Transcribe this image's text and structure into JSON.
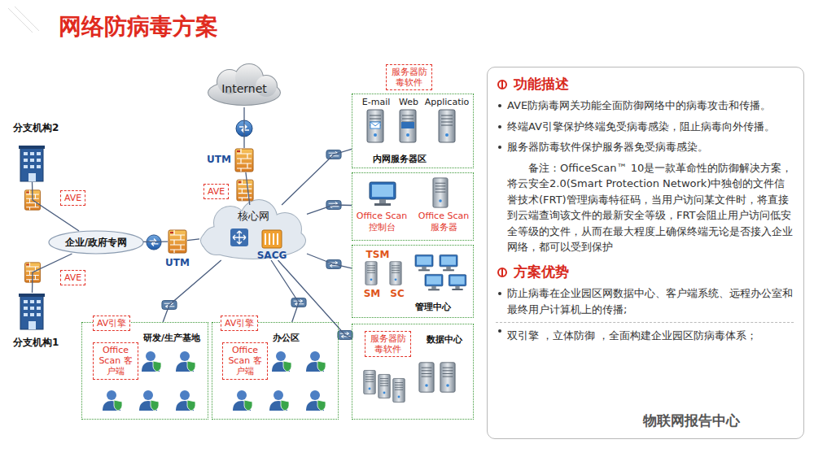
{
  "diagram": {
    "title": "网络防病毒方案",
    "nodes": [
      {
        "text": [
          "Internet"
        ]
      },
      {
        "text": [
          "UTM"
        ]
      },
      {
        "text": [
          "AVE"
        ]
      },
      {
        "text": [
          "核心网"
        ]
      },
      {
        "text": [
          "SACG"
        ],
        "in": 3
      },
      {
        "text": [
          "E-mail",
          "Web",
          "Applicatio",
          "内网服务器区"
        ]
      },
      {
        "text": [
          "服务器防 毒软件"
        ]
      },
      {
        "text": [
          "Office Scan 控制台",
          "Office Scan 服务器"
        ]
      },
      {
        "text": [
          "TSM",
          "SM",
          "SC",
          "管理中心"
        ]
      },
      {
        "text": [
          "数据中心"
        ]
      },
      {
        "text": [
          "服务器防 毒软件"
        ],
        "in": 9
      },
      {
        "text": [
          "研发/生产基地"
        ]
      },
      {
        "text": [
          "AV引擎"
        ],
        "in": 11
      },
      {
        "text": [
          "Office Scan 客 户端"
        ],
        "in": 11
      },
      {
        "text": [
          "办公区"
        ]
      },
      {
        "text": [
          "AV引擎"
        ],
        "in": 14
      },
      {
        "text": [
          "Office Scan 客 户端"
        ],
        "in": 14
      },
      {
        "text": [
          "企业/政府专网"
        ]
      },
      {
        "text": [
          "UTM"
        ]
      },
      {
        "text": [
          "分支机构2"
        ]
      },
      {
        "text": [
          "AVE"
        ]
      },
      {
        "text": [
          "分支机构1"
        ]
      },
      {
        "text": [
          "AVE"
        ]
      },
      {
        "text": [
          "功能描述",
          "AVE防病毒网关功能全面防御网络中的病毒攻击和传播。",
          "终端AV引擎保护终端免受病毒感染，阻止病毒向外传播。",
          "服务器防毒软件保护服务器免受病毒感染。",
          "备注：OfficeScan™ 10是一款革命性的防御解决方案，将云安全2.0(Smart Protection Network)中独创的文件信誉技术(FRT)管理病毒特征码，当用户访问某文件时，将直接到云端查询该文件的最新安全等级，FRT会阻止用户访问低安全等级的文件，从而在最大程度上确保终端无论是否接入企业网络，都可以受到保护",
          "方案优势",
          "防止病毒在企业园区网数据中心、客户端系统、远程办公室和最终用户计算机上的传播;",
          "双引擎 ，立体防御 ，全面构建企业园区防病毒体系；"
        ]
      }
    ],
    "edges": [
      {
        "from": 0,
        "to": 1,
        "arrow": "none"
      },
      {
        "from": 1,
        "to": 3,
        "arrow": "none"
      },
      {
        "from": 3,
        "to": 5,
        "arrow": "none"
      },
      {
        "from": 3,
        "to": 7,
        "arrow": "none"
      },
      {
        "from": 3,
        "to": 8,
        "arrow": "none"
      },
      {
        "from": 3,
        "to": 9,
        "arrow": "none"
      },
      {
        "from": 3,
        "to": 11,
        "arrow": "none"
      },
      {
        "from": 3,
        "to": 14,
        "arrow": "none"
      },
      {
        "from": 17,
        "to": 18,
        "arrow": "none"
      },
      {
        "from": 18,
        "to": 3,
        "arrow": "none"
      },
      {
        "from": 19,
        "to": 17,
        "arrow": "none"
      },
      {
        "from": 21,
        "to": 17,
        "arrow": "none"
      }
    ],
    "labels": [
      "物联网报告中心"
    ]
  }
}
